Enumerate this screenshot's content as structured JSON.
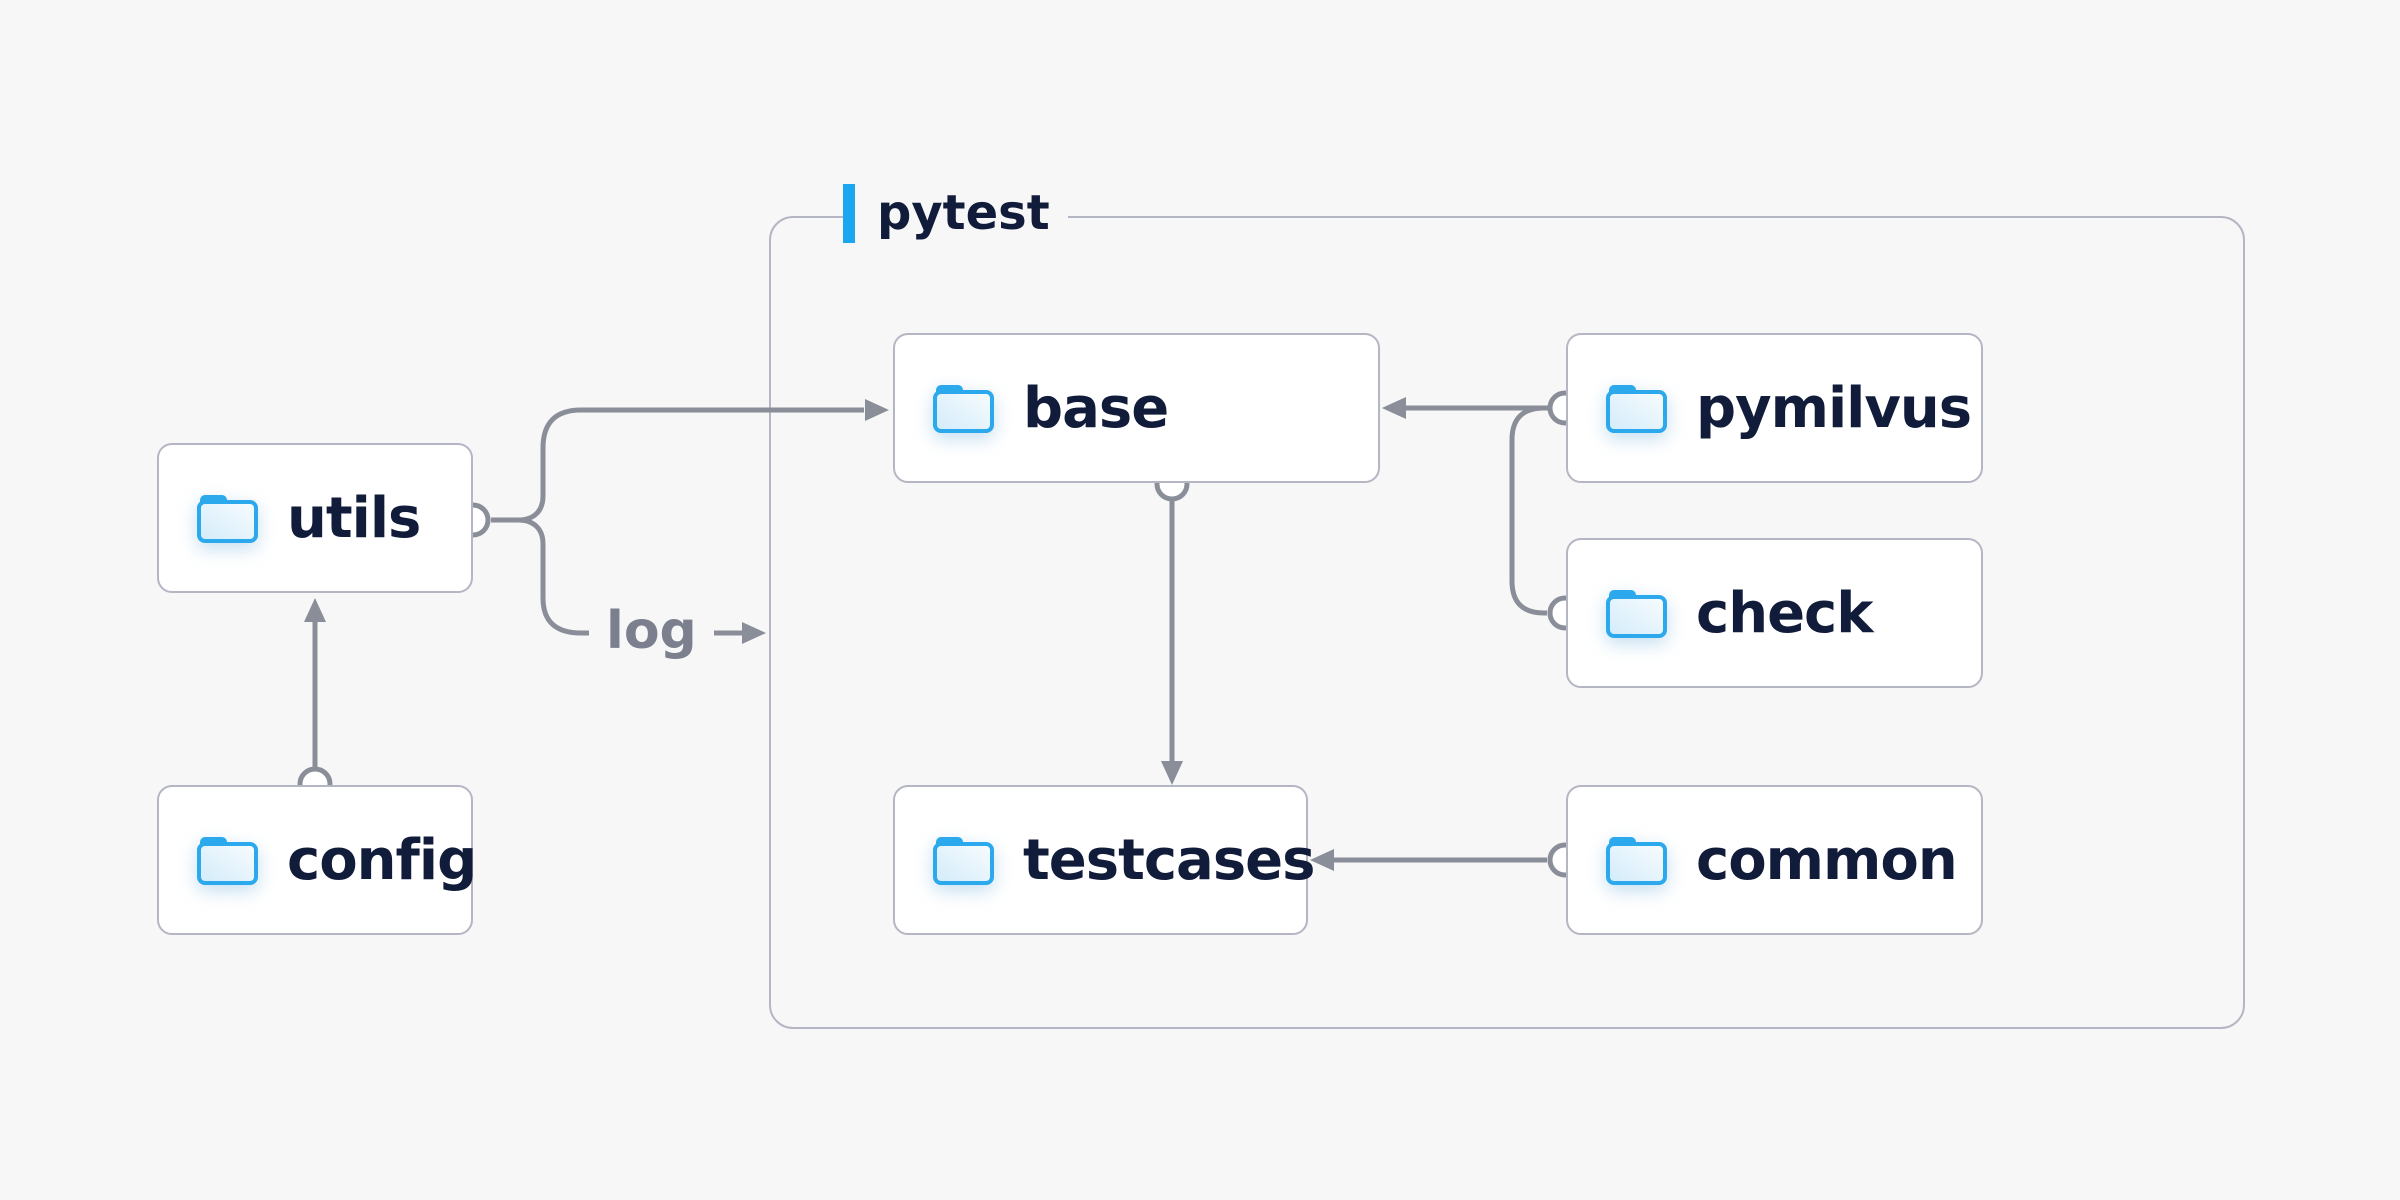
{
  "diagram": {
    "group": {
      "label": "pytest",
      "contains": [
        "base",
        "pymilvus",
        "check",
        "testcases",
        "common"
      ]
    },
    "nodes": {
      "utils": {
        "label": "utils"
      },
      "config": {
        "label": "config"
      },
      "base": {
        "label": "base"
      },
      "pymilvus": {
        "label": "pymilvus"
      },
      "check": {
        "label": "check"
      },
      "testcases": {
        "label": "testcases"
      },
      "common": {
        "label": "common"
      }
    },
    "edges": [
      {
        "from": "utils",
        "to": "base",
        "label": ""
      },
      {
        "from": "utils",
        "to": "pytest-group",
        "label": "log"
      },
      {
        "from": "config",
        "to": "utils",
        "label": ""
      },
      {
        "from": "base",
        "to": "testcases",
        "label": ""
      },
      {
        "from": "pymilvus",
        "to": "base",
        "label": ""
      },
      {
        "from": "check",
        "to": "base",
        "label": ""
      },
      {
        "from": "common",
        "to": "testcases",
        "label": ""
      }
    ],
    "edge_label": "log",
    "colors": {
      "background": "#f7f7f8",
      "node_fill": "#ffffff",
      "node_border": "#b5b6c3",
      "container_border": "#b5b6c3",
      "text": "#111b3a",
      "connector": "#8a8e99",
      "edge_label_text": "#7b7f8e",
      "accent_blue": "#1aa7f0",
      "folder_stroke": "#2ba9ec",
      "folder_fill_light": "#f8fcfe",
      "folder_fill_dark": "#d2ebfa"
    }
  }
}
